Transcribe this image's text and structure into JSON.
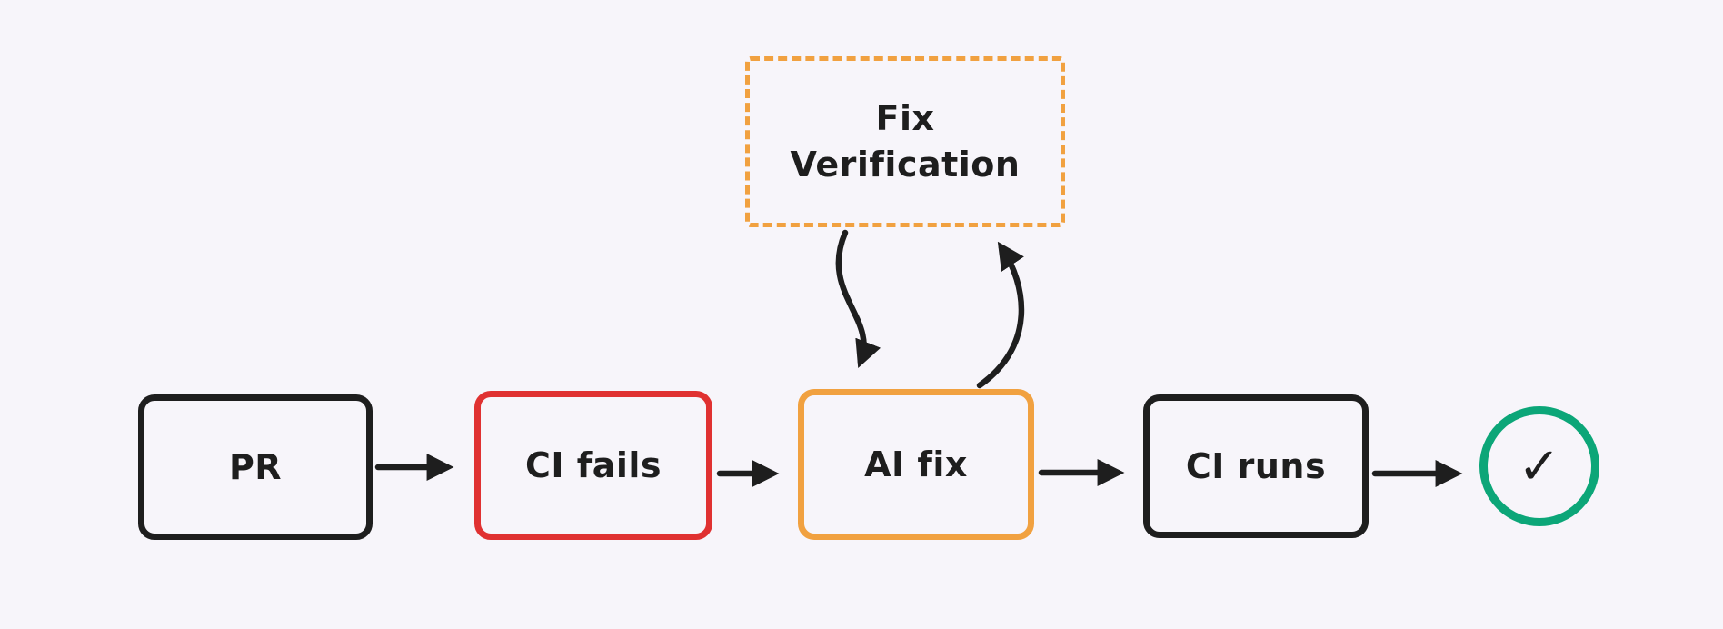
{
  "diagram": {
    "background_color": "#f7f5fa",
    "stroke_color": "#1e1e1e",
    "nodes": {
      "pr": {
        "label": "PR",
        "border_color": "#1e1e1e",
        "shape": "rectangle"
      },
      "ci_fails": {
        "label": "CI fails",
        "border_color": "#e03131",
        "shape": "rectangle"
      },
      "ai_fix": {
        "label": "AI fix",
        "border_color": "#f1a140",
        "shape": "rectangle"
      },
      "ci_runs": {
        "label": "CI runs",
        "border_color": "#1e1e1e",
        "shape": "rectangle"
      },
      "fix_verification": {
        "label": "Fix Verification",
        "border_color": "#f1a140",
        "shape": "rectangle",
        "border_style": "dashed"
      },
      "success": {
        "symbol": "✓",
        "border_color": "#0ca678",
        "shape": "circle"
      }
    },
    "edges": [
      {
        "from": "pr",
        "to": "ci_fails",
        "style": "straight"
      },
      {
        "from": "ci_fails",
        "to": "ai_fix",
        "style": "straight"
      },
      {
        "from": "ai_fix",
        "to": "ci_runs",
        "style": "straight"
      },
      {
        "from": "ci_runs",
        "to": "success",
        "style": "straight"
      },
      {
        "from": "fix_verification",
        "to": "ai_fix",
        "style": "curved"
      },
      {
        "from": "ai_fix",
        "to": "fix_verification",
        "style": "curved"
      }
    ]
  }
}
